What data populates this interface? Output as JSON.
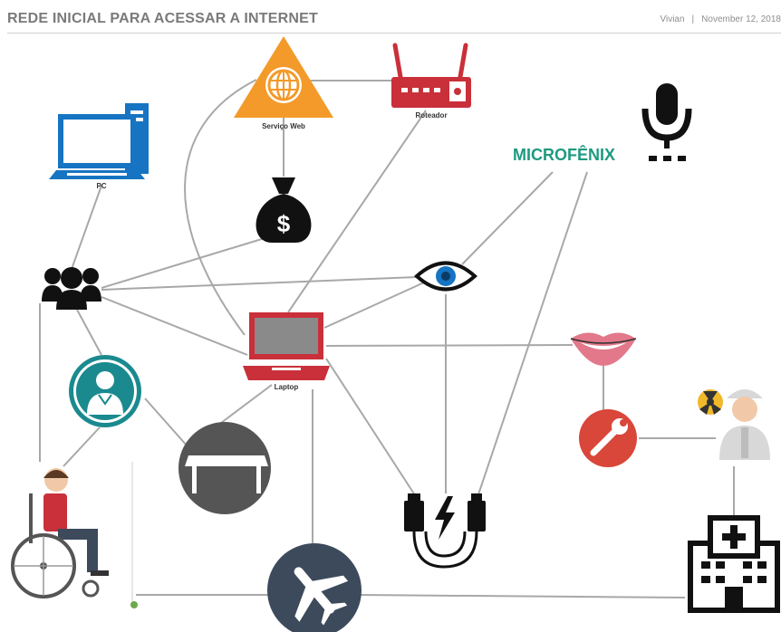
{
  "header": {
    "title": "REDE INICIAL PARA ACESSAR A INTERNET",
    "author": "Vivian",
    "separator": "|",
    "date": "November 12, 2018"
  },
  "nodes": {
    "servico_web": "Serviço Web",
    "roteador": "Roteador",
    "pc": "PC",
    "laptop": "Laptop",
    "brand": "MICROFÊNIX",
    "money_symbol": "$"
  },
  "icons": [
    "globe-warning-icon",
    "router-icon",
    "desktop-pc-icon",
    "microphone-icon",
    "money-bag-icon",
    "people-group-icon",
    "eye-icon",
    "laptop-icon",
    "lips-icon",
    "doctor-icon",
    "wrench-icon",
    "radiation-worker-icon",
    "table-icon",
    "wheelchair-person-icon",
    "charger-icon",
    "airplane-icon",
    "hospital-icon"
  ],
  "colors": {
    "header_text": "#7a7a7a",
    "line": "#a8a8a8",
    "orange": "#f39a2a",
    "red": "#c9303a",
    "blue": "#1674c2",
    "teal": "#1d9a80",
    "dark": "#3c4a5c"
  }
}
